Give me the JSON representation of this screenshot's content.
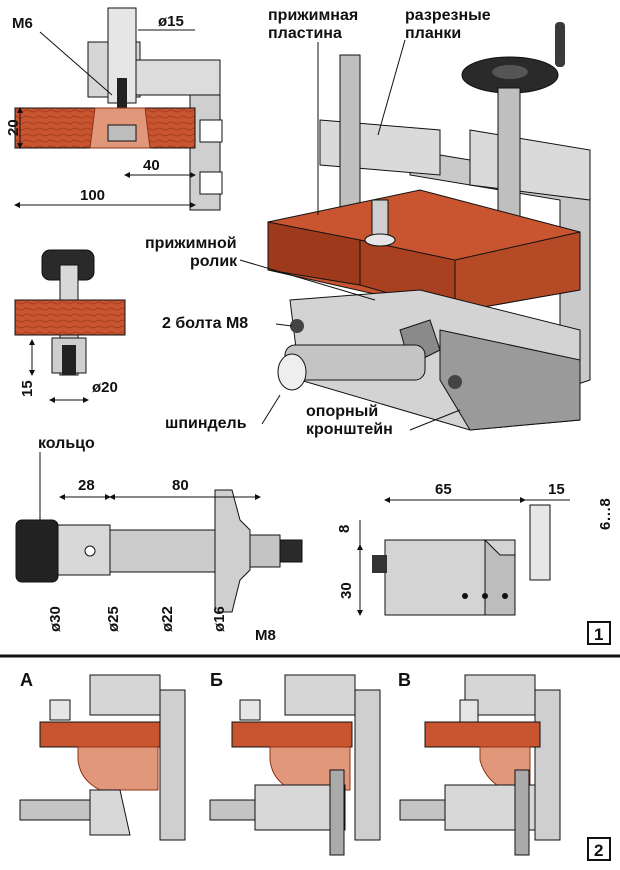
{
  "labels": {
    "clamp_plate": [
      "прижимная",
      "пластина"
    ],
    "slotted_bars": [
      "разрезные",
      "планки"
    ],
    "clamp_roller": [
      "прижимной",
      "ролик"
    ],
    "bolts": "2 болта М8",
    "spindle": "шпиндель",
    "bracket": [
      "опорный",
      "кронштейн"
    ],
    "ring": "кольцо"
  },
  "dims": {
    "m6": "М6",
    "d15": "ø15",
    "h20": "20",
    "w40": "40",
    "w100": "100",
    "h15": "15",
    "d20": "ø20",
    "l28": "28",
    "l80": "80",
    "d30": "ø30",
    "d25": "ø25",
    "d22": "ø22",
    "d16": "ø16",
    "m8": "М8",
    "w65": "65",
    "w15": "15",
    "r6_8": "6…8",
    "h8": "8",
    "h30": "30"
  },
  "figures": {
    "fig1": "1",
    "fig2": "2"
  },
  "variants": [
    "А",
    "Б",
    "В"
  ],
  "colors": {
    "wood": "#c8552f",
    "wood_dark": "#8f3218",
    "wood_light": "#e0977a",
    "metal": "#d6d6d6",
    "metal_dark": "#8a8a8a",
    "outline": "#111111"
  }
}
